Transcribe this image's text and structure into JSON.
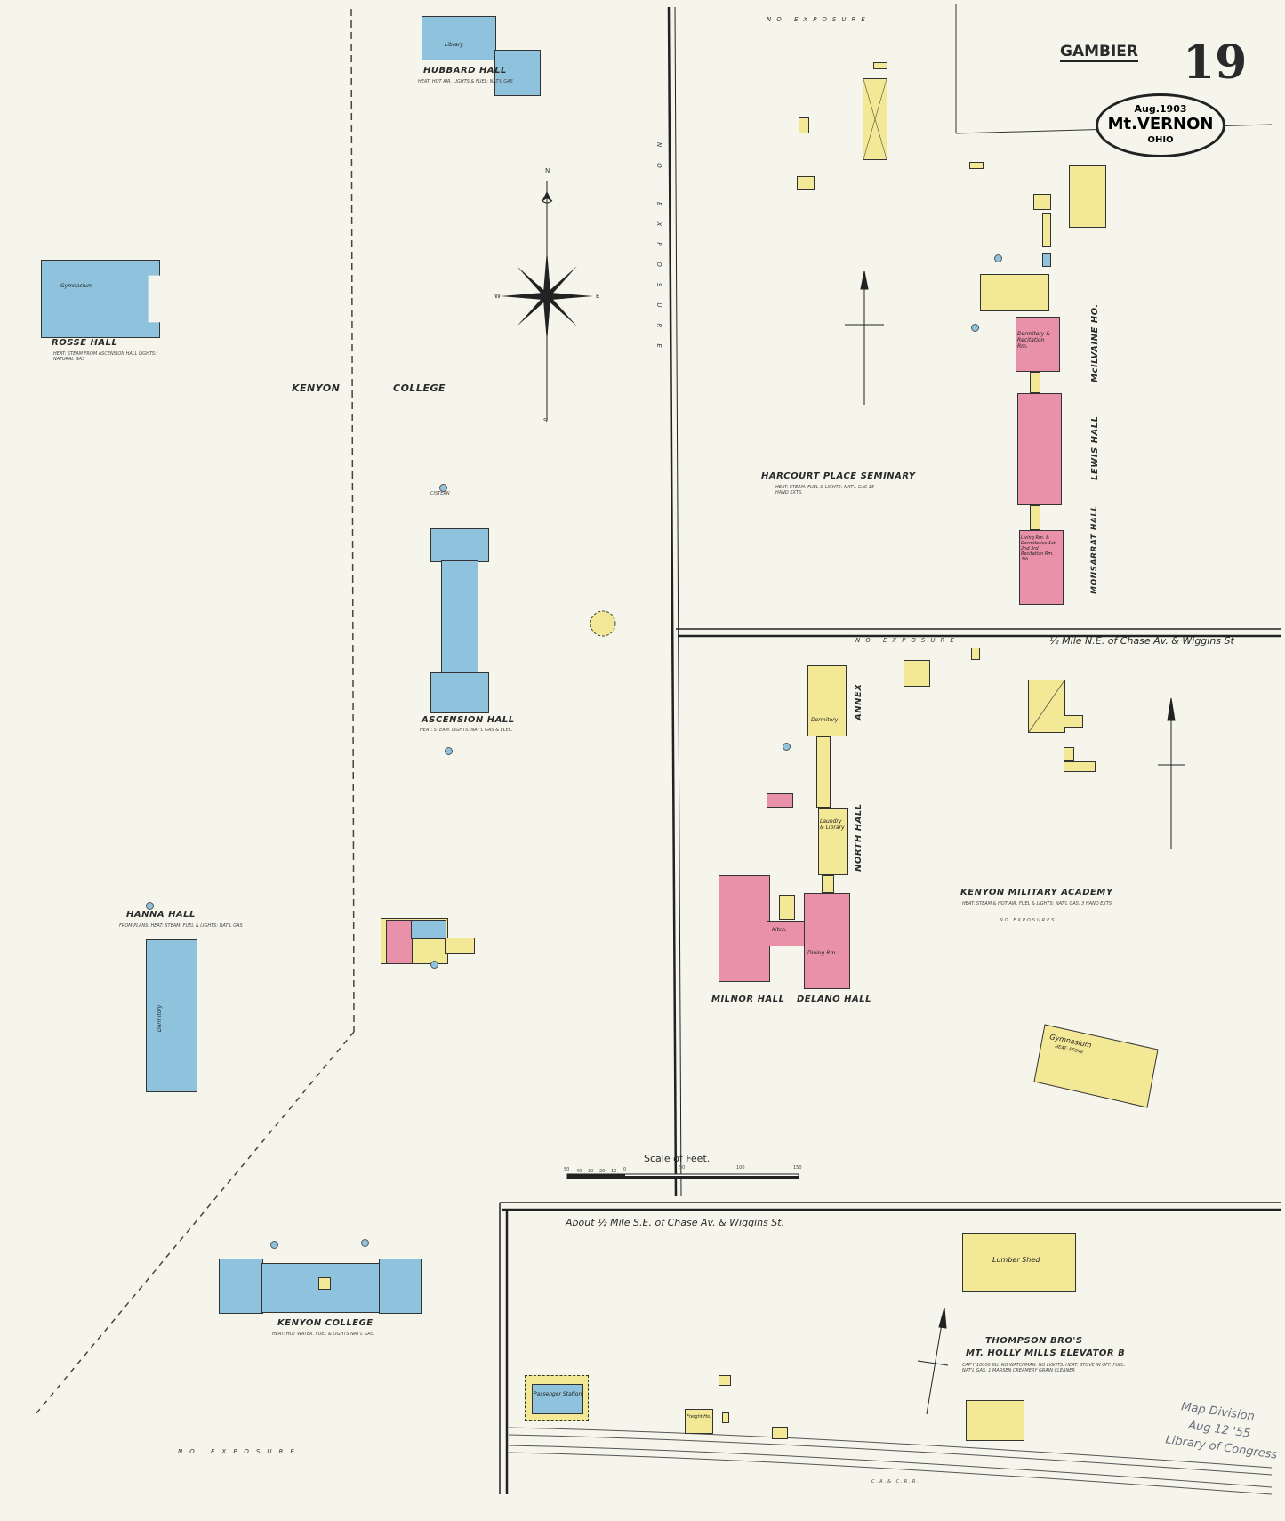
{
  "header": {
    "town": "GAMBIER",
    "sheet_number": "19",
    "date": "Aug.1903",
    "city": "Mt.VERNON",
    "state": "OHIO"
  },
  "labels": {
    "kenyon": "KENYON",
    "college": "COLLEGE",
    "rosse_hall": "ROSSE HALL",
    "rosse_note": "HEAT: STEAM FROM ASCENSION HALL LIGHTS: NATURAL GAS",
    "gymnasium": "Gymnasium",
    "hubbard_hall": "HUBBARD HALL",
    "hubbard_note": "HEAT: HOT AIR. LIGHTS & FUEL: NAT'L GAS",
    "library": "Library",
    "ascension_hall": "ASCENSION HALL",
    "ascension_note": "HEAT: STEAM. LIGHTS: NAT'L GAS & ELEC.",
    "hanna_hall": "HANNA HALL",
    "hanna_note": "FROM PLANS. HEAT: STEAM. FUEL & LIGHTS: NAT'L GAS",
    "dormitory": "Dormitory",
    "kenyon_college_bldg": "KENYON COLLEGE",
    "kenyon_college_note": "HEAT: HOT WATER. FUEL & LIGHTS NAT'L GAS.",
    "harcourt": "HARCOURT PLACE SEMINARY",
    "harcourt_note": "HEAT: STEAM. FUEL & LIGHTS: NAT'L GAS 15 HAND EXTS.",
    "mcilvaine": "McILVAINE HO.",
    "lewis_hall": "LEWIS HALL",
    "monsarrat": "MONSARRAT HALL",
    "dorm_recitation": "Dormitory & Recitation Rm.",
    "living_rm": "Living Rm. & Dormitories 1st 2nd 3rd Recitation Rm. 4th",
    "military_location": "½ Mile N.E. of Chase Av. & Wiggins St",
    "annex": "ANNEX",
    "north_hall": "NORTH HALL",
    "milnor_hall": "MILNOR HALL",
    "delano_hall": "DELANO HALL",
    "laundry": "Laundry & Library",
    "dining_rm": "Dining Rm.",
    "kitch": "Kitch.",
    "military_academy": "KENYON MILITARY ACADEMY",
    "military_note": "HEAT: STEAM & HOT AIR. FUEL & LIGHTS: NAT'L GAS. 3 HAND EXTS.",
    "no_exposures": "NO EXPOSURES",
    "military_gym": "Gymnasium",
    "military_gym_note": "HEAT: STOVE",
    "scale": "Scale of Feet.",
    "scale_ticks": [
      "50",
      "40",
      "30",
      "20",
      "10",
      "0",
      "50",
      "100",
      "150"
    ],
    "southeast_location": "About ½ Mile S.E. of Chase Av. & Wiggins St.",
    "lumber_shed": "Lumber Shed",
    "thompson1": "THOMPSON BRO'S",
    "thompson2": "MT. HOLLY MILLS ELEVATOR B",
    "thompson_note": "CAP'Y 10000 BU. NO WATCHMAN. NO LIGHTS. HEAT: STOVE IN OFF. FUEL: NAT'L GAS. 1 MARSEN CREAMERY GRAIN CLEANER",
    "passenger_station": "Passenger Station",
    "freight_ho": "Freight Ho.",
    "railroad": "C.A.& C.R.R.",
    "no_exposure": "NO EXPOSURE",
    "cistern": "CISTERN",
    "compass_n": "N",
    "compass_s": "S",
    "compass_e": "E",
    "compass_w": "W",
    "stamp1": "Map Division",
    "stamp2": "Aug 12 '55",
    "stamp3": "Library of Congress"
  },
  "colors": {
    "brick": "#e891a8",
    "frame": "#f3e896",
    "fireproof_stone": "#8fc3dd",
    "paper": "#f6f5ec",
    "ink": "#222222"
  }
}
